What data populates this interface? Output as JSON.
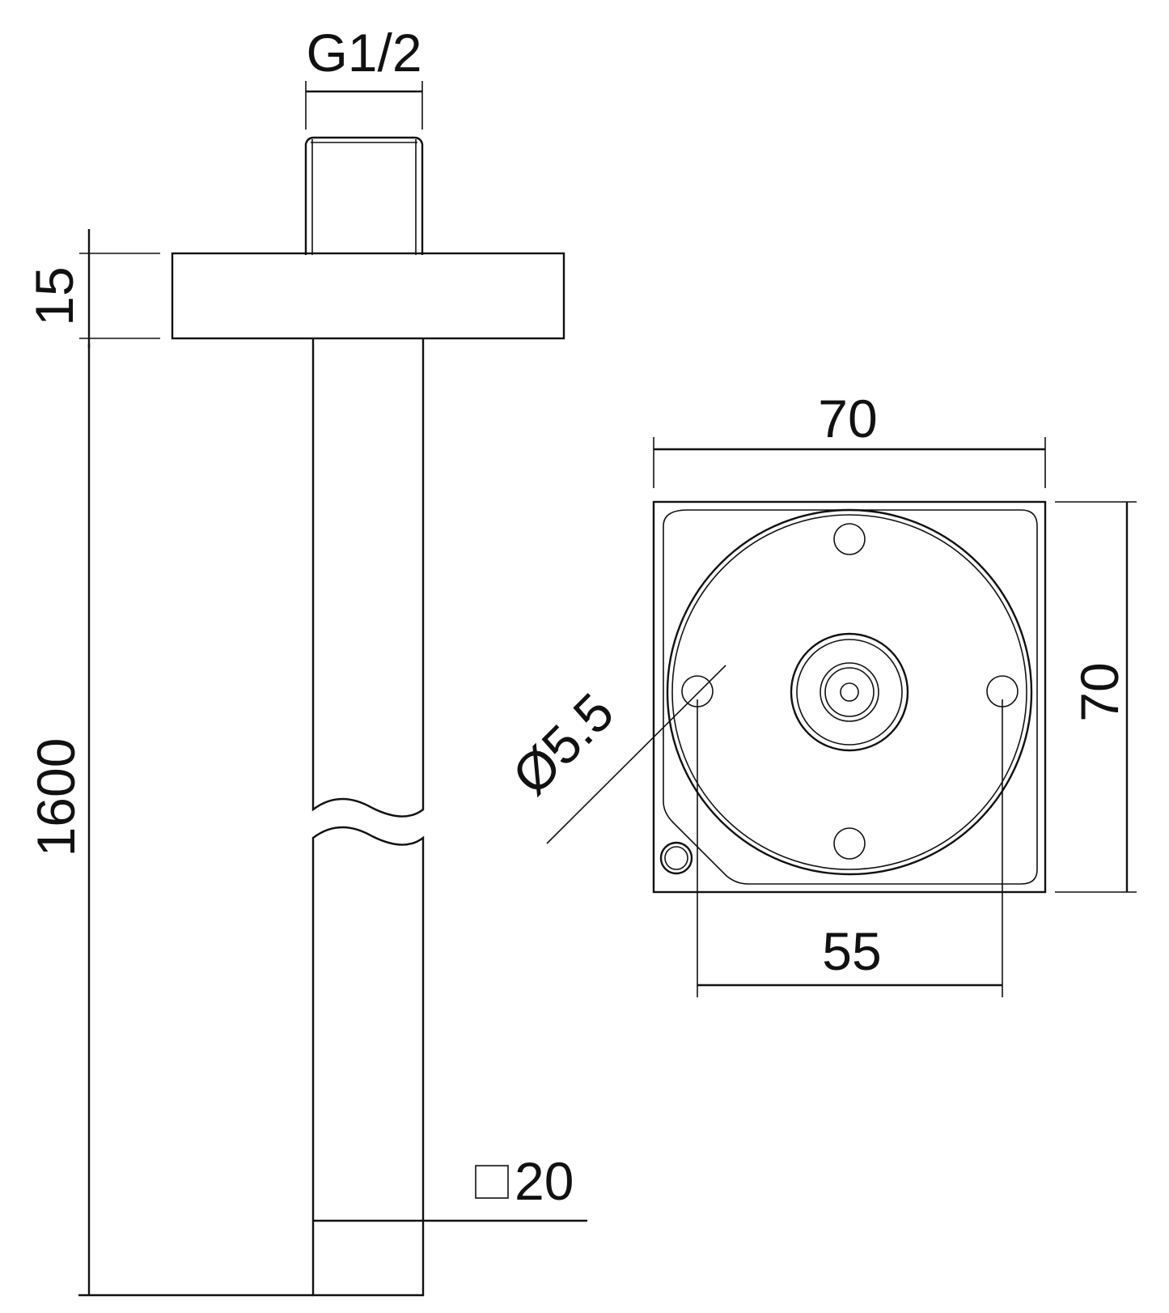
{
  "drawing": {
    "side_view": {
      "thread_label": "G1/2",
      "flange_height_label": "15",
      "total_length_label": "1600",
      "tube_section_label": "20",
      "tube_section_symbol": "square-section-icon"
    },
    "top_view": {
      "width_label": "70",
      "height_label": "70",
      "hole_spacing_label": "55",
      "hole_diameter_label": "Ø5.5"
    },
    "colors": {
      "line": "#111111",
      "background": "#ffffff"
    }
  }
}
